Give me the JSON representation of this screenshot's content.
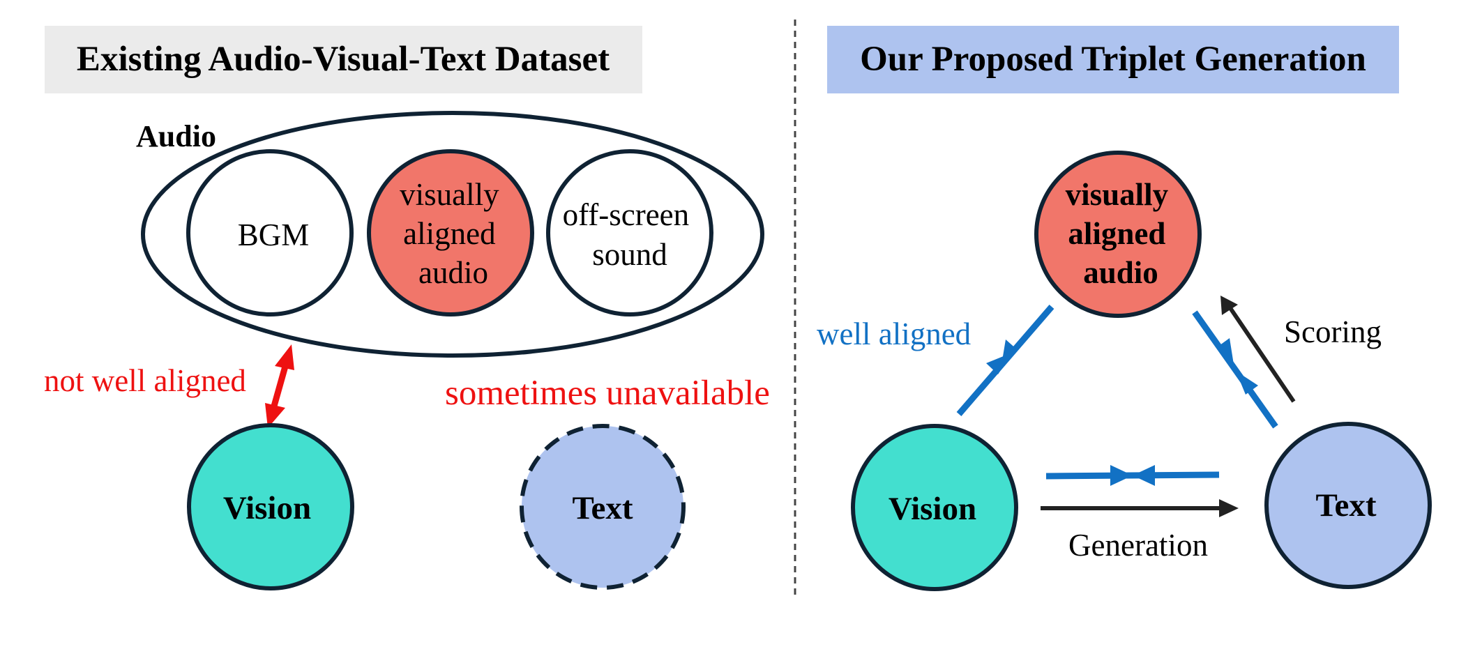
{
  "left_panel": {
    "title": "Existing Audio-Visual-Text Dataset",
    "audio_label": "Audio",
    "audio_items": [
      {
        "lines": [
          "BGM"
        ]
      },
      {
        "lines": [
          "visually",
          "aligned",
          "audio"
        ]
      },
      {
        "lines": [
          "off-screen",
          "sound"
        ]
      }
    ],
    "vision_label": "Vision",
    "text_label": "Text",
    "not_aligned_label": "not well aligned",
    "unavailable_label": "sometimes unavailable"
  },
  "right_panel": {
    "title": "Our Proposed Triplet Generation",
    "audio_lines": [
      "visually",
      "aligned",
      "audio"
    ],
    "vision_label": "Vision",
    "text_label": "Text",
    "well_aligned_label": "well aligned",
    "scoring_label": "Scoring",
    "generation_label": "Generation"
  },
  "colors": {
    "outline": "#0f2233",
    "red_fill": "#f1766a",
    "teal_fill": "#43dfcf",
    "lavender_fill": "#aec3ef",
    "left_title_bg": "#ebebeb",
    "right_title_bg": "#aec3ef",
    "blue_accent": "#1271c4",
    "red_accent": "#ee1111",
    "dark_arrow": "#222222",
    "divider": "#444444"
  }
}
